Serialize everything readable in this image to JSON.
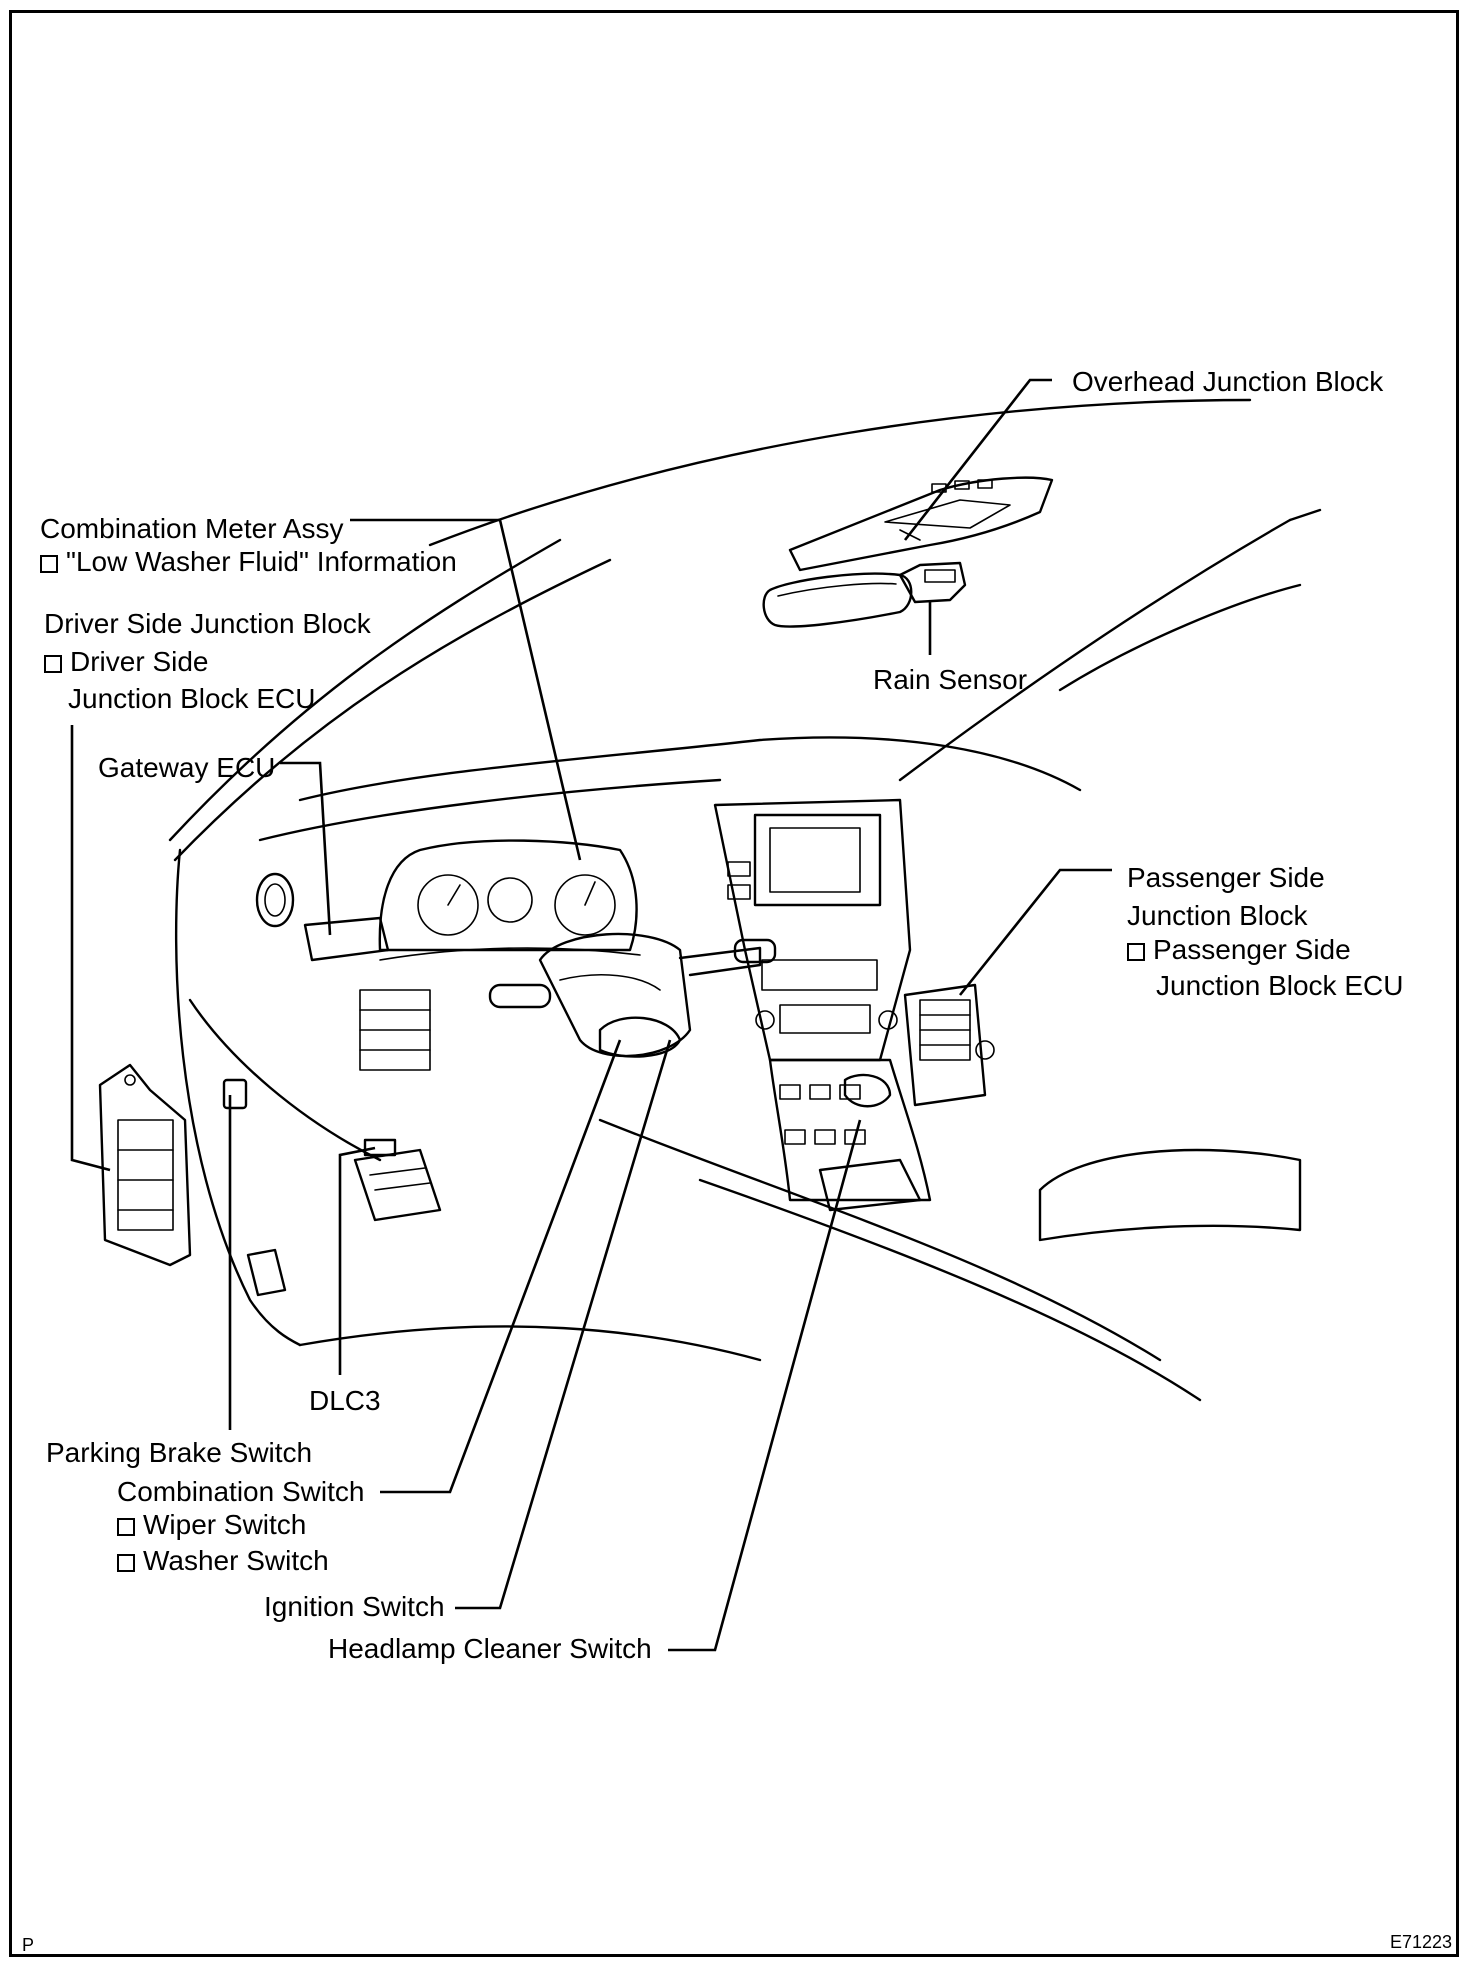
{
  "labels": {
    "overhead_junction_block": "Overhead Junction Block",
    "rain_sensor": "Rain Sensor",
    "combination_meter_assy": "Combination Meter Assy",
    "combination_meter_sub": "\"Low Washer Fluid\" Information",
    "driver_side_junction_block": "Driver Side Junction Block",
    "driver_side_sub_1": "Driver Side",
    "driver_side_sub_2": "Junction Block ECU",
    "gateway_ecu": "Gateway ECU",
    "passenger_side_1": "Passenger Side",
    "passenger_side_2": "Junction Block",
    "passenger_side_sub_1": "Passenger Side",
    "passenger_side_sub_2": "Junction Block ECU",
    "dlc3": "DLC3",
    "parking_brake_switch": "Parking Brake Switch",
    "combination_switch": "Combination Switch",
    "wiper_switch": "Wiper Switch",
    "washer_switch": "Washer Switch",
    "ignition_switch": "Ignition Switch",
    "headlamp_cleaner_switch": "Headlamp Cleaner Switch"
  },
  "footer": {
    "left_mark": "P",
    "figure_code": "E71223"
  }
}
